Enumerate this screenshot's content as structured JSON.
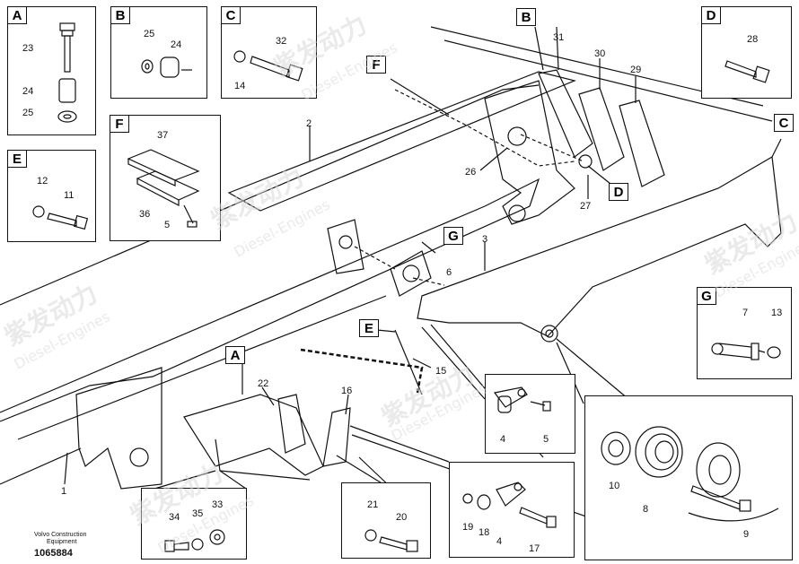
{
  "boxes": {
    "A": {
      "letter": "A",
      "labels": [
        "23",
        "24",
        "25"
      ]
    },
    "B": {
      "letter": "B",
      "labels": [
        "25",
        "24"
      ]
    },
    "C": {
      "letter": "C",
      "labels": [
        "32",
        "14"
      ]
    },
    "D": {
      "letter": "D",
      "labels": [
        "28"
      ]
    },
    "E": {
      "letter": "E",
      "labels": [
        "12",
        "11"
      ]
    },
    "F": {
      "letter": "F",
      "labels": [
        "37",
        "36",
        "5"
      ]
    },
    "G": {
      "letter": "G",
      "labels": [
        "7",
        "13"
      ]
    },
    "bottom_left": {
      "labels": [
        "34",
        "35",
        "33"
      ]
    },
    "bottom_mid": {
      "labels": [
        "21",
        "20"
      ]
    },
    "mid_right": {
      "labels": [
        "4",
        "5"
      ]
    },
    "low_mid": {
      "labels": [
        "19",
        "18",
        "4",
        "17"
      ]
    },
    "bottom_right": {
      "labels": [
        "10",
        "8",
        "9"
      ]
    }
  },
  "main": {
    "callouts": [
      "B",
      "F",
      "C",
      "D",
      "G",
      "E",
      "A"
    ],
    "labels": [
      "31",
      "30",
      "29",
      "2",
      "26",
      "27",
      "3",
      "6",
      "15",
      "22",
      "16",
      "1"
    ]
  },
  "footer": {
    "brand_line1": "Volvo Construction",
    "brand_line2": "Equipment",
    "part_number": "1065884"
  },
  "watermark": {
    "cn": "紫发动力",
    "en": "Diesel-Engines"
  }
}
